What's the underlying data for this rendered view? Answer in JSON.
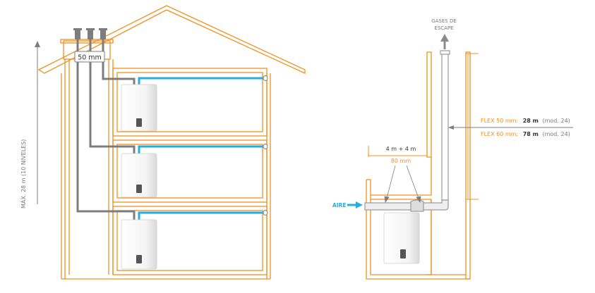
{
  "colors": {
    "outline": "#f0901e",
    "pipe": "#7d7d7d",
    "water": "#29abe2",
    "text_grey": "#7a7a7a",
    "text_dark": "#333333"
  },
  "left": {
    "manifold_label": "50 mm",
    "height_label": "MÁX. 28 m (10 NIVELES)"
  },
  "right": {
    "exhaust_line1": "GASES DE",
    "exhaust_line2": "ESCAPE",
    "horizontal_length": "4 m + 4 m",
    "horizontal_diameter": "80 mm",
    "air_label": "AIRE",
    "flex50": {
      "name": "FLEX 50 mm:",
      "value": "28 m",
      "model": "(mod. 24)"
    },
    "flex60": {
      "name": "FLEX 60 mm:",
      "value": "78 m",
      "model": "(mod. 24)"
    }
  },
  "icons": [
    "terminal-cap-icon",
    "boiler-icon",
    "arrow-up-icon",
    "arrow-right-icon"
  ]
}
